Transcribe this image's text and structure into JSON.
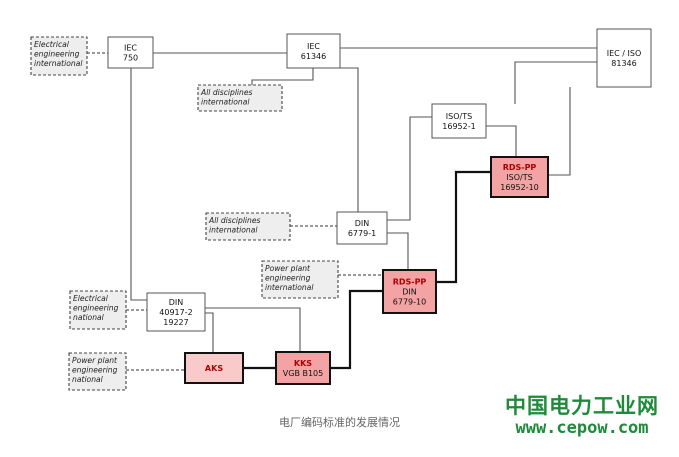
{
  "nodes": {
    "iec750": {
      "lines": [
        "IEC",
        "750"
      ]
    },
    "iec61346": {
      "lines": [
        "IEC",
        "61346"
      ]
    },
    "iecIso81346": {
      "lines": [
        "IEC / ISO",
        "81346"
      ]
    },
    "isoTs169521": {
      "lines": [
        "ISO/TS",
        "16952-1"
      ]
    },
    "rdsPpIso": {
      "lines": [
        "RDS-PP",
        "ISO/TS",
        "16952-10"
      ]
    },
    "din67791": {
      "lines": [
        "DIN",
        "6779-1"
      ]
    },
    "rdsPpDin": {
      "lines": [
        "RDS-PP",
        "DIN",
        "6779-10"
      ]
    },
    "din40917": {
      "lines": [
        "DIN",
        "40917-2",
        "19227"
      ]
    },
    "aks": {
      "lines": [
        "AKS"
      ]
    },
    "kks": {
      "lines": [
        "KKS",
        "VGB B105"
      ]
    }
  },
  "notes": {
    "elecIntl": {
      "lines": [
        "Electrical",
        "engineering",
        "international"
      ]
    },
    "allDiscIntl1": {
      "lines": [
        "All disciplines",
        "international"
      ]
    },
    "allDiscIntl2": {
      "lines": [
        "All disciplines",
        "international"
      ]
    },
    "ppEngIntl": {
      "lines": [
        "Power plant",
        "engineering",
        "international"
      ]
    },
    "elecNational": {
      "lines": [
        "Electrical",
        "engineering",
        "national"
      ]
    },
    "ppEngNational": {
      "lines": [
        "Power plant",
        "engineering",
        "national"
      ]
    }
  },
  "caption": "电厂编码标准的发展情况",
  "watermark": {
    "name": "中国电力工业网",
    "url": "www.cepow.com"
  },
  "colors": {
    "highlight": "#f3a3a3",
    "highlight_light": "#f9caca",
    "line": "#555555",
    "bold_line": "#111111",
    "note_fill": "#eeeeee",
    "brand": "#1e8a3a"
  }
}
